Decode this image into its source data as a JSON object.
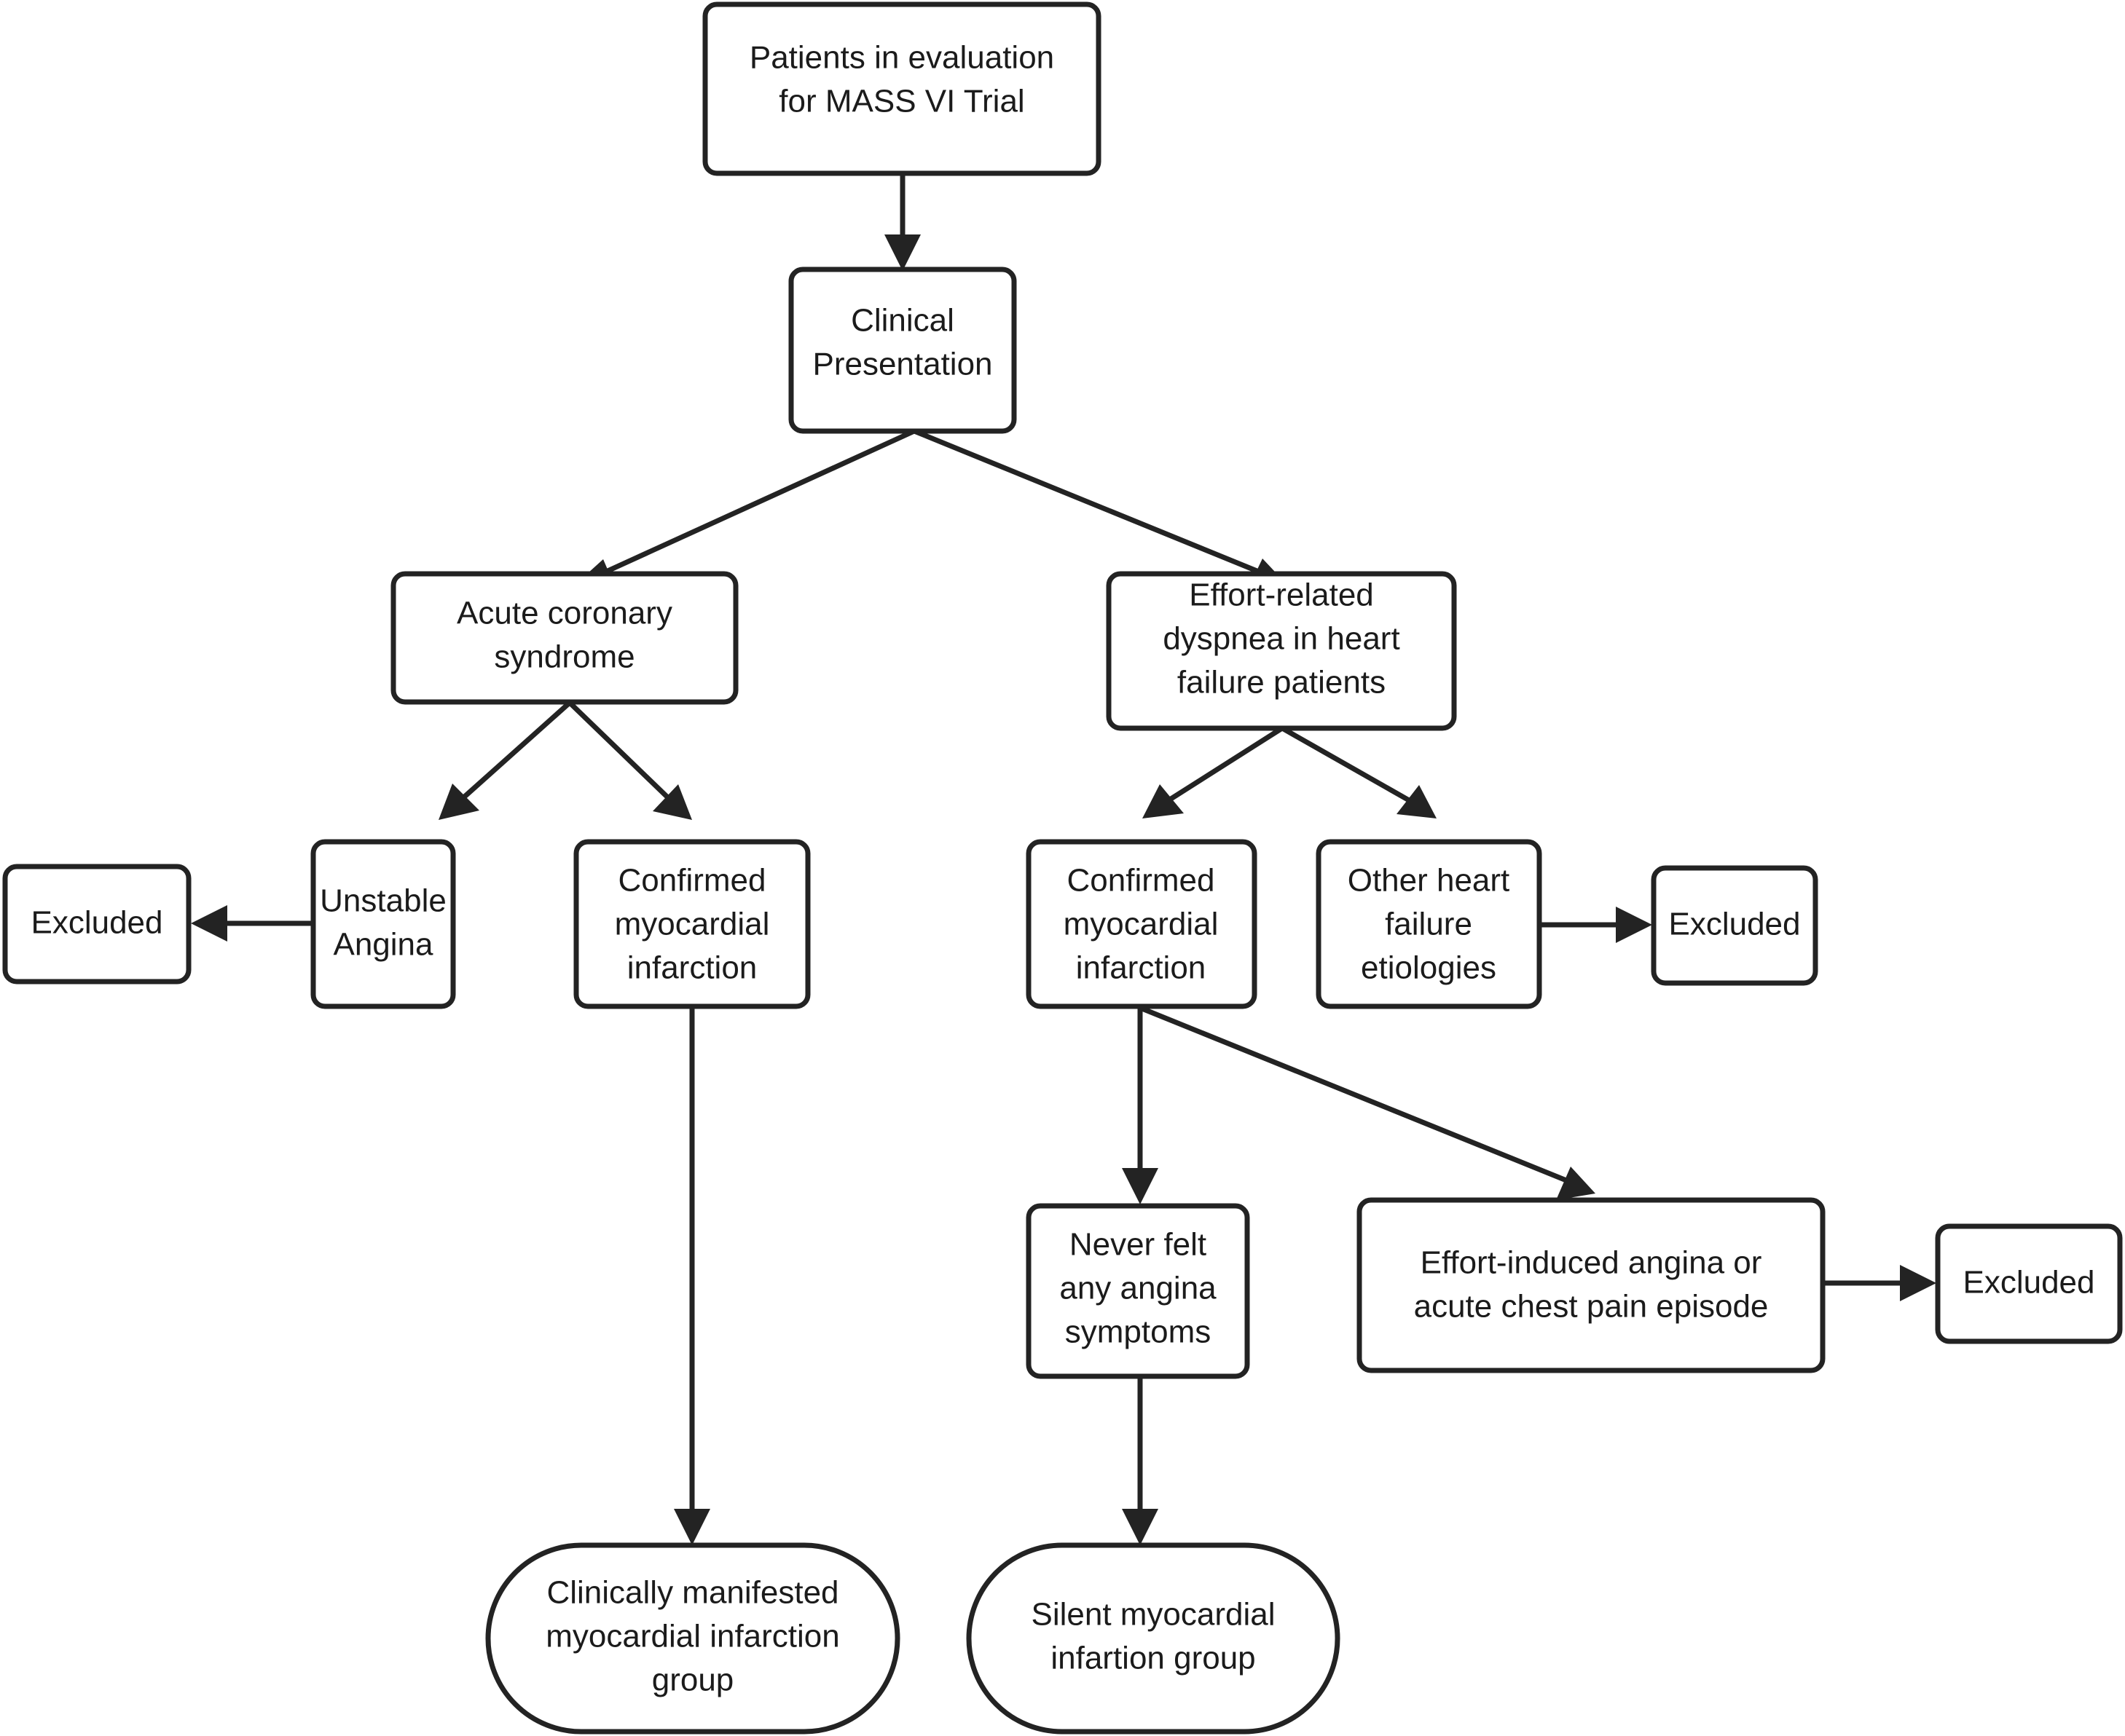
{
  "diagram": {
    "type": "flowchart",
    "title": "MASS VI Trial patient classification flowchart",
    "orientation": "top-down",
    "colors": {
      "background": "#ffffff",
      "node_fill": "#ffffff",
      "node_stroke": "#232323",
      "edge_stroke": "#232323",
      "text": "#1b1b1b"
    },
    "nodes": {
      "patients_eval": {
        "shape": "rounded-rect",
        "lines": [
          "Patients in evaluation",
          "for MASS VI Trial"
        ]
      },
      "clinical_presentation": {
        "shape": "rounded-rect",
        "lines": [
          "Clinical",
          "Presentation"
        ]
      },
      "acute_coronary_syndrome": {
        "shape": "rounded-rect",
        "lines": [
          "Acute coronary",
          "syndrome"
        ]
      },
      "effort_related_dyspnea": {
        "shape": "rounded-rect",
        "lines": [
          "Effort-related",
          "dyspnea in heart",
          "failure patients"
        ]
      },
      "unstable_angina": {
        "shape": "rounded-rect",
        "lines": [
          "Unstable",
          "Angina"
        ]
      },
      "confirmed_mi_left": {
        "shape": "rounded-rect",
        "lines": [
          "Confirmed",
          "myocardial",
          "infarction"
        ]
      },
      "confirmed_mi_right": {
        "shape": "rounded-rect",
        "lines": [
          "Confirmed",
          "myocardial",
          "infarction"
        ]
      },
      "other_hf_etiologies": {
        "shape": "rounded-rect",
        "lines": [
          "Other heart",
          "failure",
          "etiologies"
        ]
      },
      "excluded_left": {
        "shape": "rounded-rect",
        "lines": [
          "Excluded"
        ]
      },
      "excluded_mid_right": {
        "shape": "rounded-rect",
        "lines": [
          "Excluded"
        ]
      },
      "excluded_bottom_right": {
        "shape": "rounded-rect",
        "lines": [
          "Excluded"
        ]
      },
      "never_felt_angina": {
        "shape": "rounded-rect",
        "lines": [
          "Never felt",
          "any angina",
          "symptoms"
        ]
      },
      "effort_induced_angina": {
        "shape": "rounded-rect",
        "lines": [
          "Effort-induced angina or",
          "acute chest pain episode"
        ]
      },
      "clinically_manifested_group": {
        "shape": "stadium",
        "lines": [
          "Clinically manifested",
          "myocardial infarction",
          "group"
        ]
      },
      "silent_mi_group": {
        "shape": "stadium",
        "lines": [
          "Silent myocardial",
          "infartion group"
        ]
      }
    },
    "edges": [
      {
        "from": "patients_eval",
        "to": "clinical_presentation"
      },
      {
        "from": "clinical_presentation",
        "to": "acute_coronary_syndrome"
      },
      {
        "from": "clinical_presentation",
        "to": "effort_related_dyspnea"
      },
      {
        "from": "acute_coronary_syndrome",
        "to": "unstable_angina"
      },
      {
        "from": "acute_coronary_syndrome",
        "to": "confirmed_mi_left"
      },
      {
        "from": "unstable_angina",
        "to": "excluded_left"
      },
      {
        "from": "effort_related_dyspnea",
        "to": "confirmed_mi_right"
      },
      {
        "from": "effort_related_dyspnea",
        "to": "other_hf_etiologies"
      },
      {
        "from": "other_hf_etiologies",
        "to": "excluded_mid_right"
      },
      {
        "from": "confirmed_mi_right",
        "to": "never_felt_angina"
      },
      {
        "from": "confirmed_mi_right",
        "to": "effort_induced_angina"
      },
      {
        "from": "effort_induced_angina",
        "to": "excluded_bottom_right"
      },
      {
        "from": "confirmed_mi_left",
        "to": "clinically_manifested_group"
      },
      {
        "from": "never_felt_angina",
        "to": "silent_mi_group"
      }
    ]
  }
}
